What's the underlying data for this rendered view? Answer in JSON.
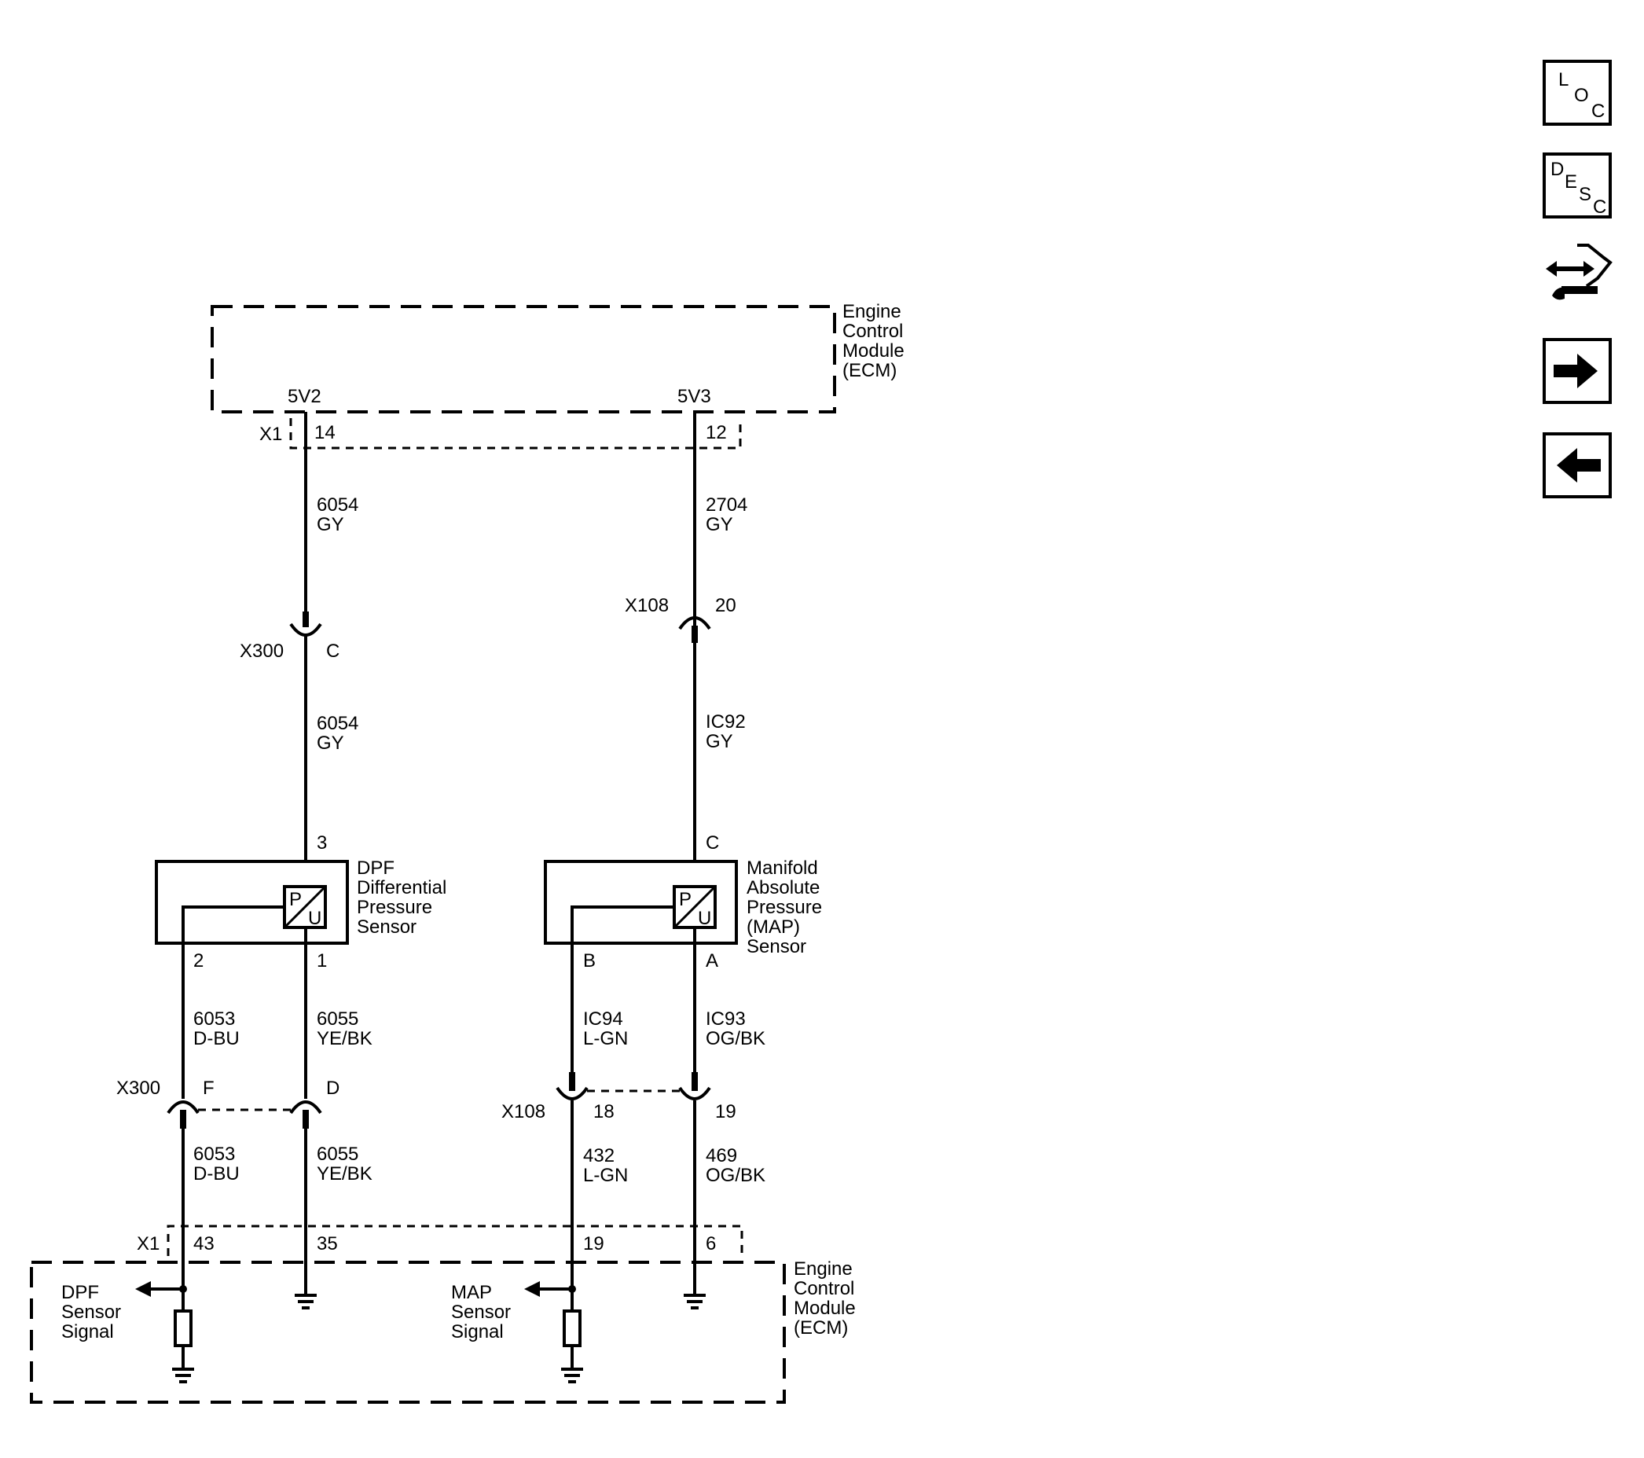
{
  "ecm_top": {
    "title_lines": [
      "Engine",
      "Control",
      "Module",
      "(ECM)"
    ],
    "pin_5v2": "5V2",
    "pin_5v3": "5V3",
    "connector": "X1",
    "pin_14": "14",
    "pin_12": "12"
  },
  "wires": {
    "w_6054_a": [
      "6054",
      "GY"
    ],
    "w_2704": [
      "2704",
      "GY"
    ],
    "w_6054_b": [
      "6054",
      "GY"
    ],
    "w_ic92": [
      "IC92",
      "GY"
    ],
    "w_6053_a": [
      "6053",
      "D-BU"
    ],
    "w_6055_a": [
      "6055",
      "YE/BK"
    ],
    "w_ic94": [
      "IC94",
      "L-GN"
    ],
    "w_ic93": [
      "IC93",
      "OG/BK"
    ],
    "w_6053_b": [
      "6053",
      "D-BU"
    ],
    "w_6055_b": [
      "6055",
      "YE/BK"
    ],
    "w_432": [
      "432",
      "L-GN"
    ],
    "w_469": [
      "469",
      "OG/BK"
    ]
  },
  "connectors": {
    "x300_upper": {
      "name": "X300",
      "pin": "C"
    },
    "x108_upper": {
      "name": "X108",
      "pin": "20"
    },
    "x300_lower": {
      "name": "X300",
      "pin_f": "F",
      "pin_d": "D"
    },
    "x108_lower": {
      "name": "X108",
      "pin_18": "18",
      "pin_19": "19"
    }
  },
  "dpf_sensor": {
    "label_lines": [
      "DPF",
      "Differential",
      "Pressure",
      "Sensor"
    ],
    "pin_top": "3",
    "pin_left": "2",
    "pin_right": "1",
    "symbol_p": "P",
    "symbol_u": "U"
  },
  "map_sensor": {
    "label_lines": [
      "Manifold",
      "Absolute",
      "Pressure",
      "(MAP)",
      "Sensor"
    ],
    "pin_top": "C",
    "pin_left": "B",
    "pin_right": "A",
    "symbol_p": "P",
    "symbol_u": "U"
  },
  "ecm_bottom": {
    "title_lines": [
      "Engine",
      "Control",
      "Module",
      "(ECM)"
    ],
    "connector": "X1",
    "pin_43": "43",
    "pin_35": "35",
    "pin_19": "19",
    "pin_6": "6",
    "dpf_signal_lines": [
      "DPF",
      "Sensor",
      "Signal"
    ],
    "map_signal_lines": [
      "MAP",
      "Sensor",
      "Signal"
    ]
  },
  "nav": {
    "loc": [
      "L",
      "O",
      "C"
    ],
    "desc": [
      "D",
      "E",
      "S",
      "C"
    ],
    "icons": [
      "loc-icon",
      "desc-icon",
      "connector-repair-icon",
      "next-arrow-icon",
      "back-arrow-icon"
    ]
  }
}
